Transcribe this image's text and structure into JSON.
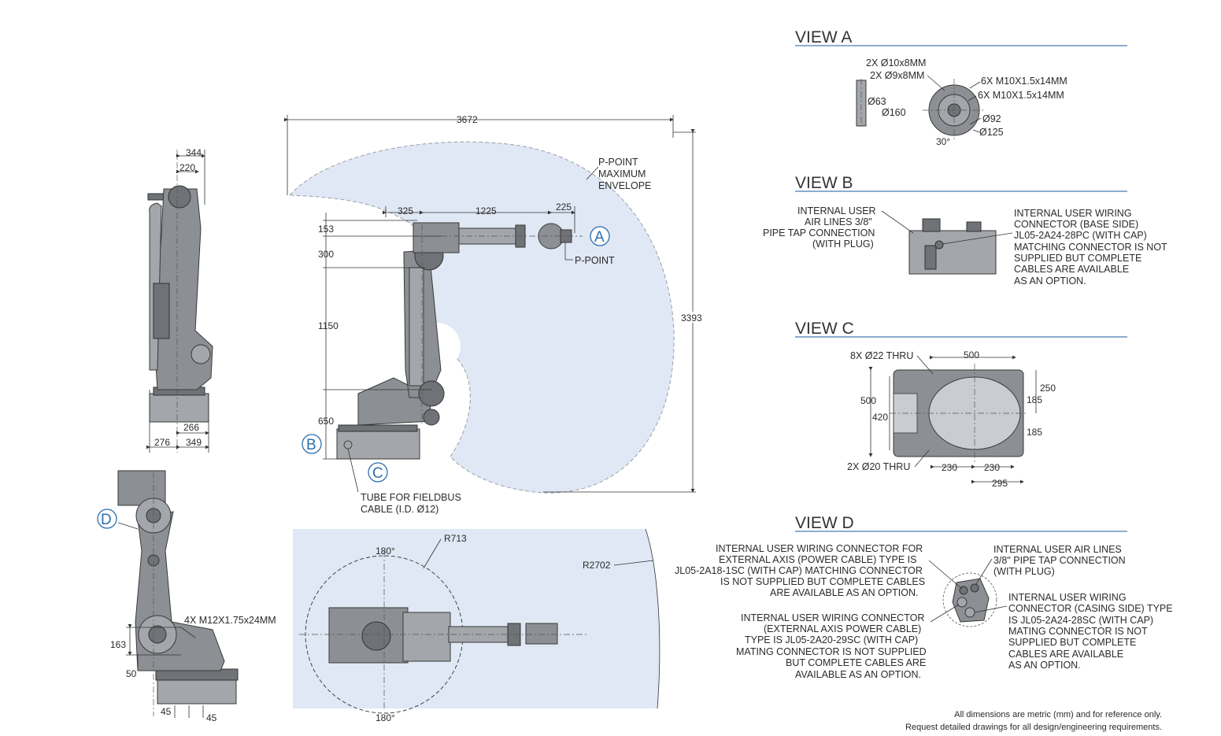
{
  "colors": {
    "envelope": "#dfe8f4",
    "accent": "#2e6fb0",
    "robot_body": "#8c8f93",
    "rule": "#4a7ab0"
  },
  "views": {
    "a": {
      "title": "VIEW A",
      "labels": [
        "2X Ø10x8MM",
        "2X Ø9x8MM",
        "Ø63",
        "Ø160",
        "6X M10X1.5x14MM",
        "6X M10X1.5x14MM",
        "Ø92",
        "Ø125",
        "30°"
      ]
    },
    "b": {
      "title": "VIEW B",
      "left_note": [
        "INTERNAL USER",
        "AIR LINES 3/8\"",
        "PIPE TAP CONNECTION",
        "(WITH PLUG)"
      ],
      "right_note": [
        "INTERNAL USER WIRING",
        "CONNECTOR (BASE SIDE)",
        "JL05-2A24-28PC (WITH CAP)",
        "MATCHING CONNECTOR IS NOT",
        "SUPPLIED BUT COMPLETE",
        "CABLES ARE AVAILABLE",
        "AS AN OPTION."
      ]
    },
    "c": {
      "title": "VIEW C",
      "labels": [
        "8X Ø22 THRU",
        "500",
        "500",
        "420",
        "250",
        "185",
        "185",
        "2X Ø20 THRU",
        "230",
        "230",
        "295"
      ]
    },
    "d": {
      "title": "VIEW D",
      "note_tl": [
        "INTERNAL USER WIRING CONNECTOR FOR",
        "EXTERNAL AXIS (POWER CABLE) TYPE IS",
        "JL05-2A18-1SC (WITH CAP) MATCHING CONNECTOR",
        "IS NOT SUPPLIED BUT COMPLETE CABLES",
        "ARE AVAILABLE AS AN OPTION."
      ],
      "note_bl": [
        "INTERNAL USER WIRING CONNECTOR",
        "(EXTERNAL AXIS POWER CABLE)",
        "TYPE IS JL05-2A20-29SC (WITH CAP)",
        "MATING CONNECTOR IS NOT SUPPLIED",
        "BUT COMPLETE CABLES ARE",
        "AVAILABLE AS AN OPTION."
      ],
      "note_tr": [
        "INTERNAL USER AIR LINES",
        "3/8\" PIPE TAP CONNECTION",
        "(WITH PLUG)"
      ],
      "note_br": [
        "INTERNAL USER WIRING",
        "CONNECTOR (CASING SIDE) TYPE",
        "IS JL05-2A24-28SC (WITH CAP)",
        "MATING CONNECTOR IS NOT",
        "SUPPLIED BUT COMPLETE",
        "CABLES ARE AVAILABLE",
        "AS AN OPTION."
      ]
    }
  },
  "side_view": {
    "dims": [
      "344",
      "220",
      "266",
      "276",
      "349"
    ]
  },
  "main_view": {
    "dims": [
      "3672",
      "325",
      "1225",
      "225",
      "153",
      "300",
      "1150",
      "650",
      "3393"
    ],
    "envelope_note": [
      "P-POINT",
      "MAXIMUM",
      "ENVELOPE"
    ],
    "p_point": "P-POINT",
    "callouts": [
      "A",
      "B",
      "C",
      "D"
    ],
    "tube_note": [
      "TUBE FOR FIELDBUS",
      "CABLE (I.D. Ø12)"
    ]
  },
  "rear_view": {
    "dims": [
      "4X M12X1.75x24MM",
      "163",
      "50",
      "45",
      "45"
    ]
  },
  "top_view": {
    "dims": [
      "180°",
      "R713",
      "R2702",
      "180°"
    ]
  },
  "footer": [
    "All dimensions are metric (mm) and for reference only.",
    "Request detailed drawings for all design/engineering requirements."
  ]
}
